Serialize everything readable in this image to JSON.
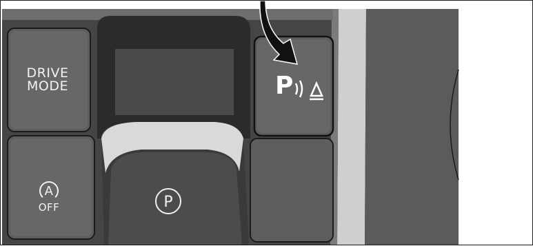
{
  "console": {
    "drive_mode_label": "DRIVE\nMODE",
    "autohold_symbol": "A",
    "autohold_off_label": "OFF",
    "parking_brake_symbol": "P",
    "park_assist_symbol": "P"
  },
  "icons": {
    "parking_sensor": "park-assist-sensor-icon",
    "callout_arrow": "pointer-arrow-icon"
  },
  "colors": {
    "panel_dark": "#3a3a3a",
    "panel_mid": "#5a5a5a",
    "button_face": "#6a6a6a",
    "chrome": "#d8d8d8",
    "outline": "#111111"
  }
}
